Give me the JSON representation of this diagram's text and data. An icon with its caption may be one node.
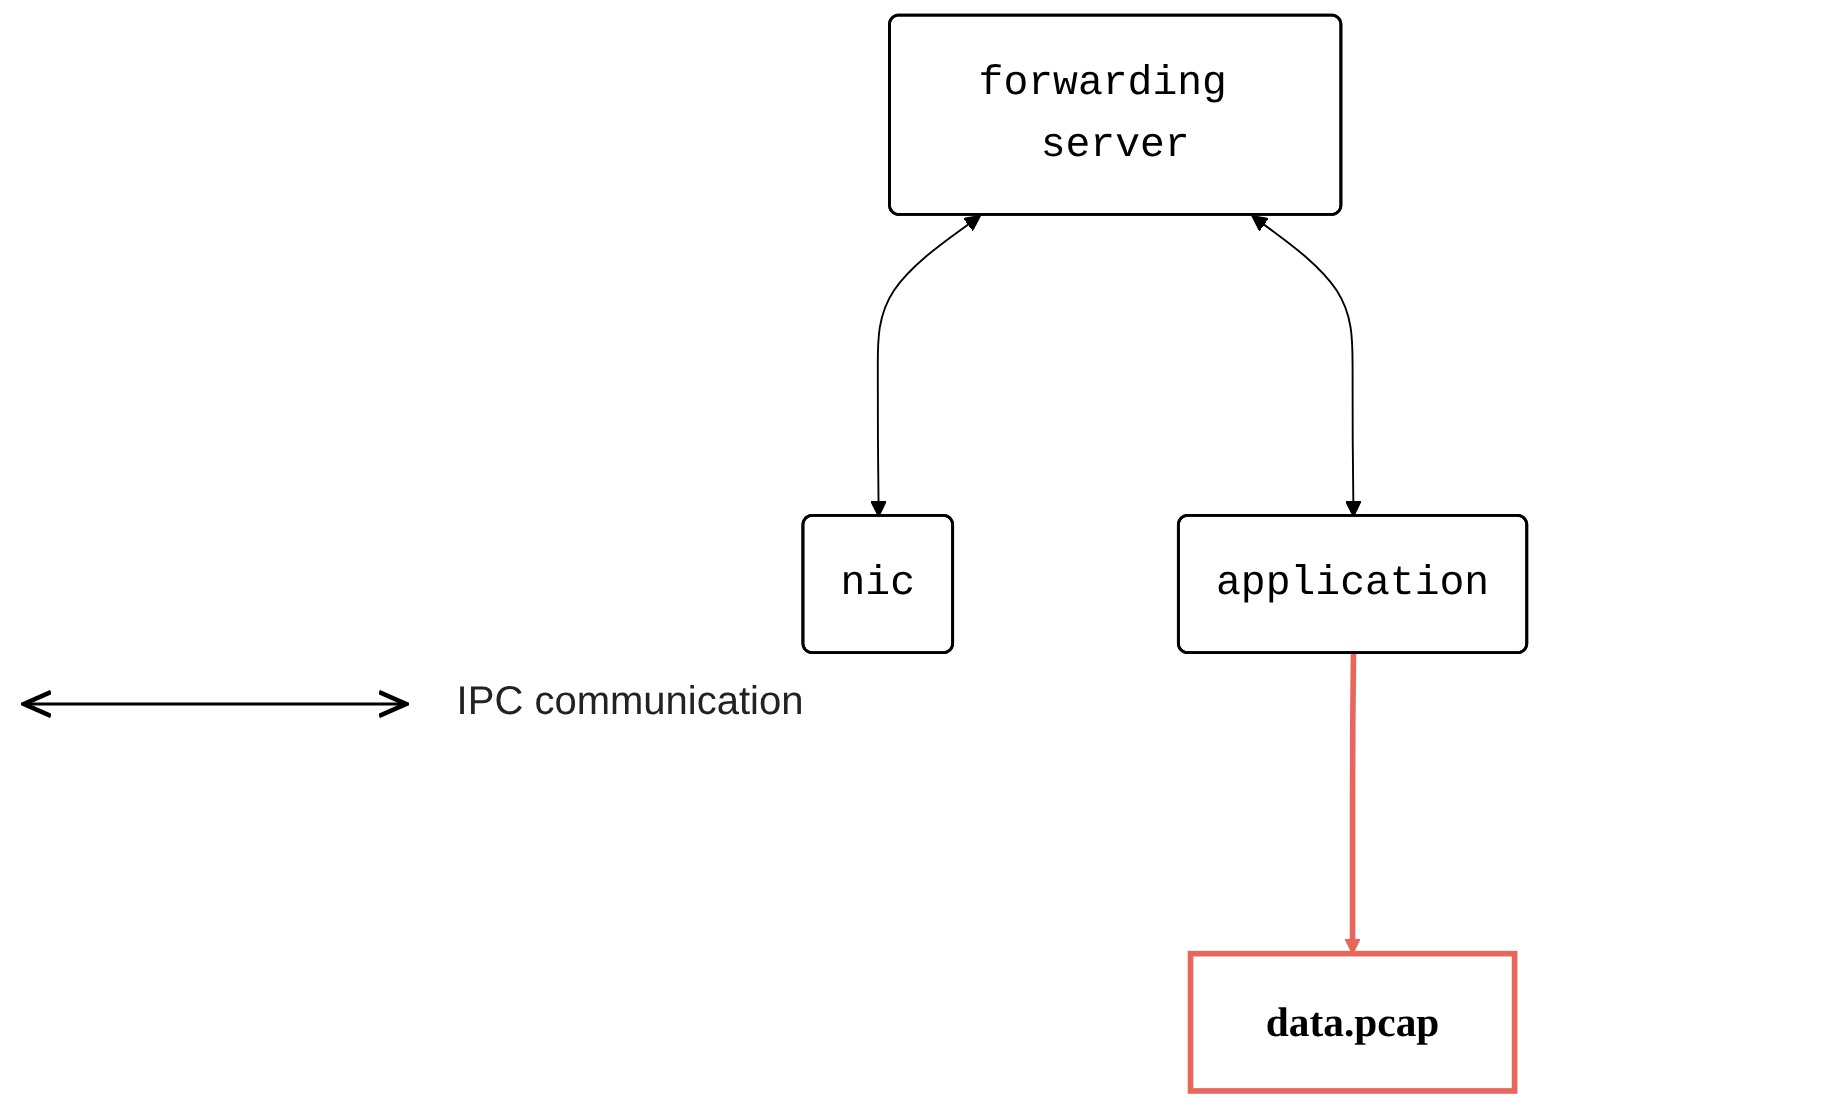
{
  "diagram": {
    "nodes": [
      {
        "text": [
          "forwarding server"
        ]
      },
      {
        "text": [
          "nic"
        ]
      },
      {
        "text": [
          "application"
        ]
      },
      {
        "text": [
          "data.pcap"
        ]
      }
    ],
    "edges": [
      {
        "from": 0,
        "to": 1,
        "arrow": "both"
      },
      {
        "from": 0,
        "to": 2,
        "arrow": "both"
      },
      {
        "from": 2,
        "to": 3,
        "arrow": "to",
        "style": "thick",
        "color": "#e8665c"
      }
    ],
    "legend": [
      {
        "text": "IPC communication"
      }
    ]
  }
}
